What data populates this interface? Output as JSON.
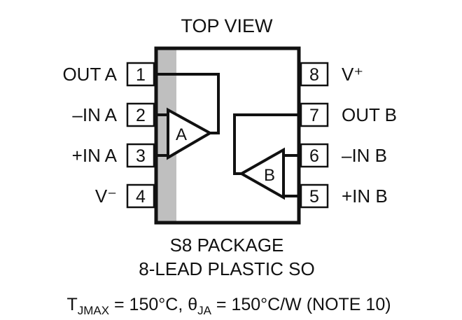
{
  "title": "TOP VIEW",
  "pins_left": [
    {
      "number": "1",
      "label": "OUT A"
    },
    {
      "number": "2",
      "label": "–IN A"
    },
    {
      "number": "3",
      "label": "+IN A"
    },
    {
      "number": "4",
      "label": "V⁻"
    }
  ],
  "pins_right": [
    {
      "number": "8",
      "label": "V⁺"
    },
    {
      "number": "7",
      "label": "OUT B"
    },
    {
      "number": "6",
      "label": "–IN B"
    },
    {
      "number": "5",
      "label": "+IN B"
    }
  ],
  "amp_a_label": "A",
  "amp_b_label": "B",
  "package_line1": "S8 PACKAGE",
  "package_line2": "8-LEAD PLASTIC SO",
  "thermal": {
    "t_symbol": "T",
    "t_sub": "JMAX",
    "t_value": " = 150°C, ",
    "theta_symbol": "θ",
    "theta_sub": "JA",
    "theta_value": " = 150°C/W (NOTE 10)"
  },
  "colors": {
    "ink": "#111111",
    "stripe": "#bfbfbf",
    "background": "#ffffff"
  }
}
